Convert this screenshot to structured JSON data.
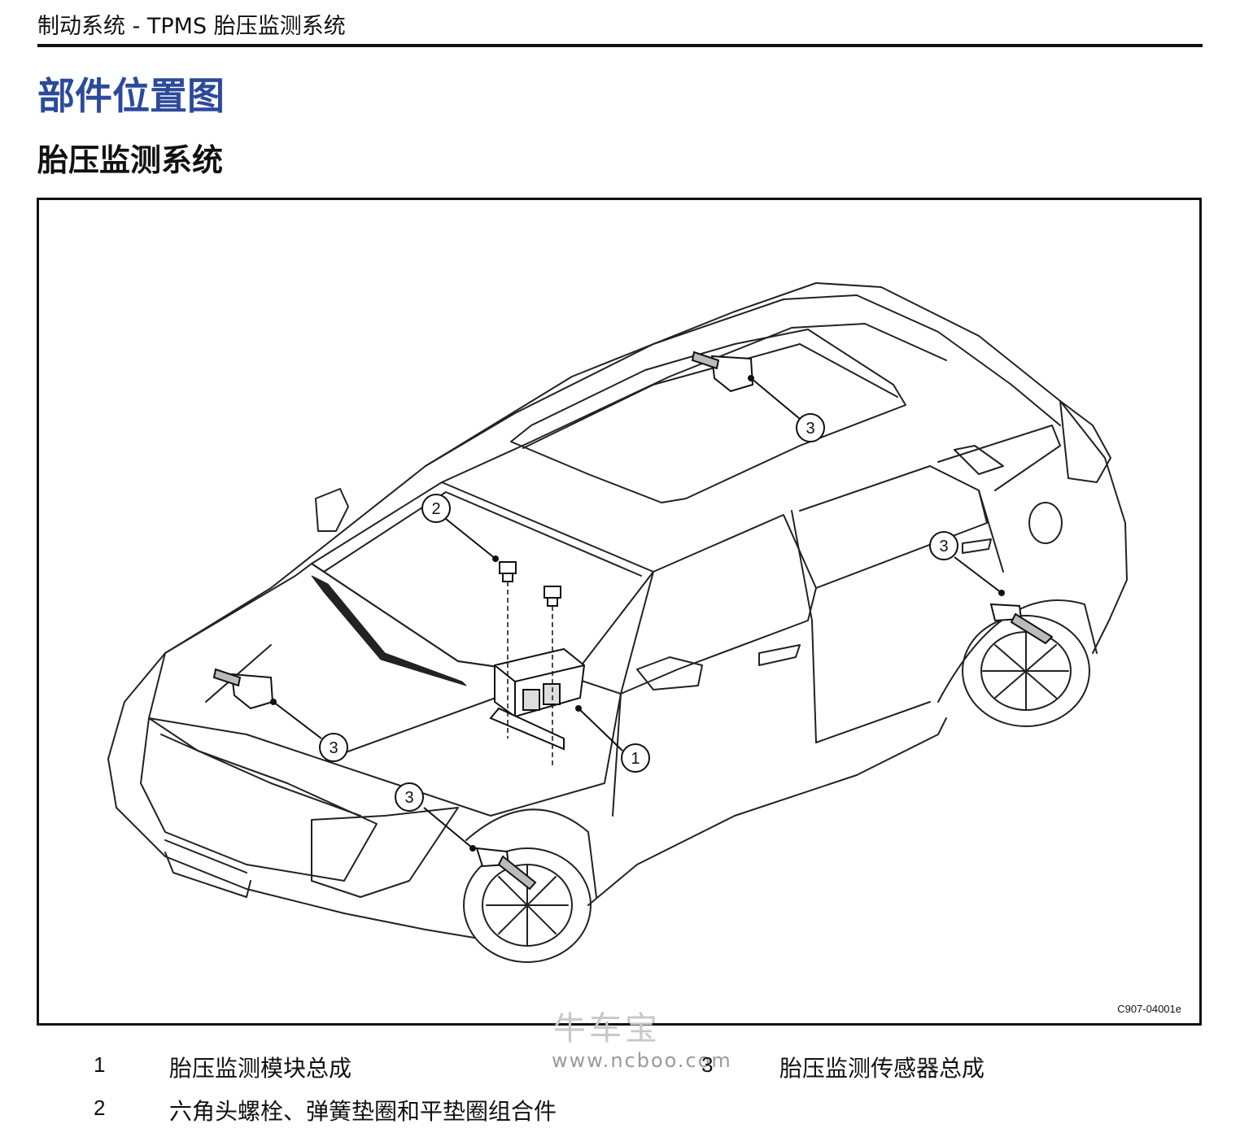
{
  "header": {
    "section": "制动系统 - TPMS 胎压监测系统"
  },
  "title": "部件位置图",
  "subtitle": "胎压监测系统",
  "figure": {
    "code": "C907-04001e",
    "callouts": [
      "1",
      "2",
      "3",
      "3",
      "3",
      "3"
    ]
  },
  "watermark": {
    "brand": "牛车宝",
    "url": "www.ncboo.com"
  },
  "legend": [
    {
      "num": "1",
      "text": "胎压监测模块总成"
    },
    {
      "num": "3",
      "text": "胎压监测传感器总成"
    },
    {
      "num": "2",
      "text": "六角头螺栓、弹簧垫圈和平垫圈组合件"
    }
  ],
  "icons": [
    "car-outline-drawing",
    "tpms-sensor-icon",
    "tpms-module-icon",
    "bolt-icon"
  ]
}
